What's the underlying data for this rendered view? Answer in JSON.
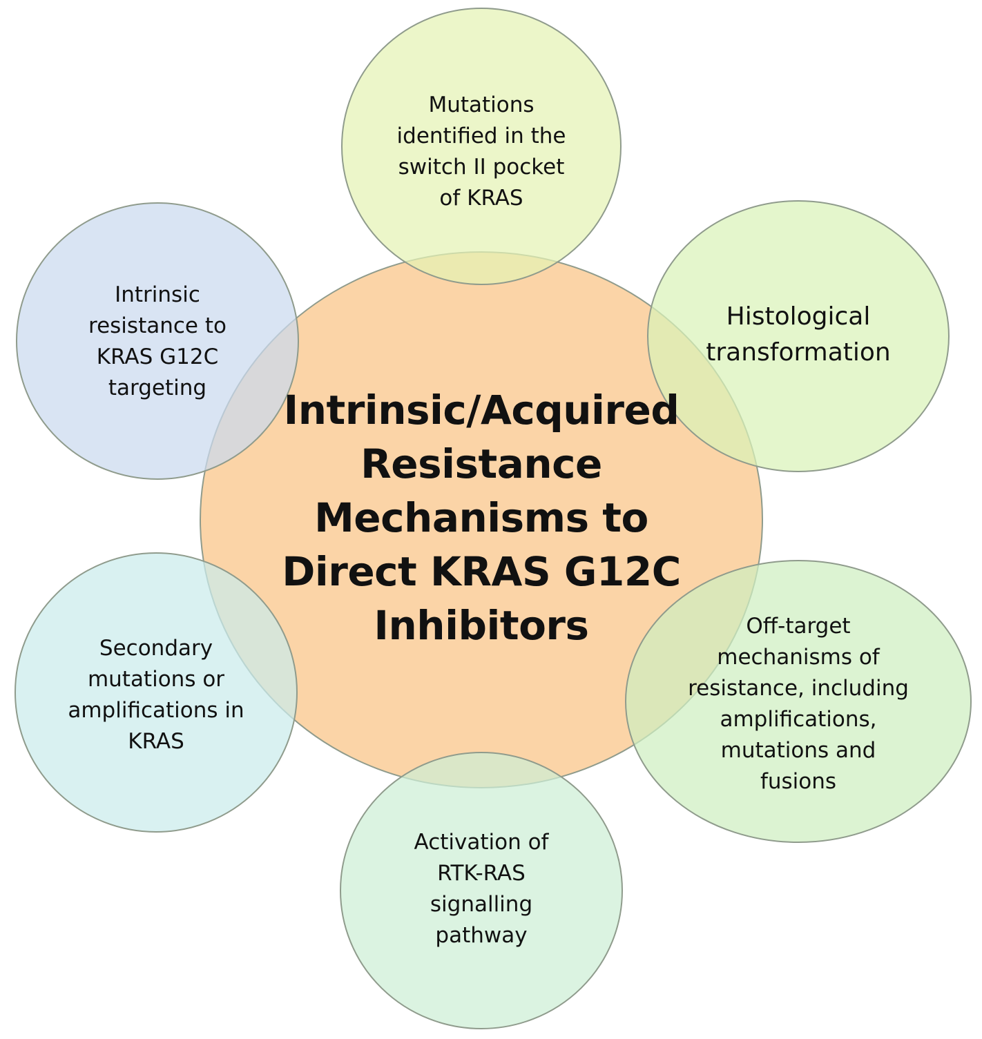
{
  "center": {
    "label": "Intrinsic/Acquired\nResistance\nMechanisms to\nDirect KRAS G12C\nInhibitors",
    "fill": "#fbd4a7"
  },
  "satellites": [
    {
      "label": "Mutations\nidentified in the\nswitch II pocket\nof KRAS",
      "fill": "#e5f2b4"
    },
    {
      "label": "Histological\ntransformation",
      "fill": "#d9f2b8"
    },
    {
      "label": "Off-target\nmechanisms of\nresistance, including\namplifications,\nmutations and\nfusions",
      "fill": "#cfeec0"
    },
    {
      "label": "Activation of\nRTK-RAS\nsignalling\npathway",
      "fill": "#cdeed5"
    },
    {
      "label": "Secondary\nmutations or\namplifications in\nKRAS",
      "fill": "#cbecec"
    },
    {
      "label": "Intrinsic\nresistance to\nKRAS G12C\ntargeting",
      "fill": "#cadaef"
    }
  ],
  "stroke_color": "#8f9b8c"
}
